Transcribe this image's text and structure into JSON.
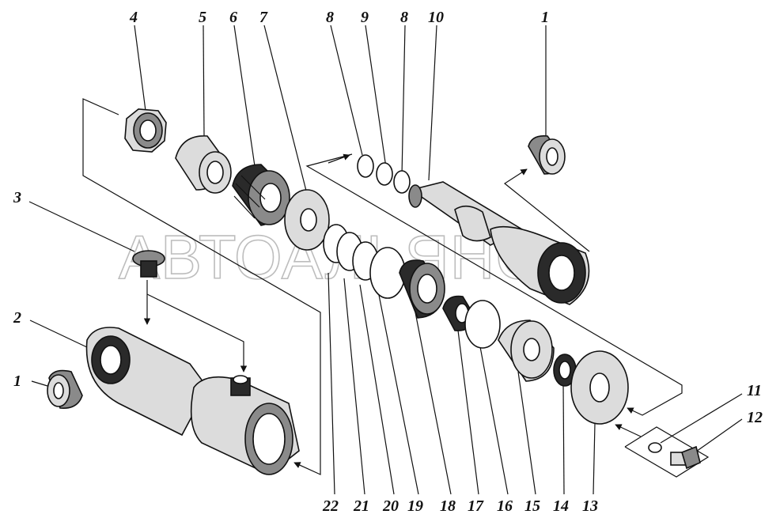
{
  "watermark": "АВТОАЛЬЯНС",
  "callouts": {
    "c4": "4",
    "c5": "5",
    "c6": "6",
    "c7": "7",
    "c8a": "8",
    "c9": "9",
    "c8b": "8",
    "c10": "10",
    "c1top": "1",
    "c3": "3",
    "c2": "2",
    "c1left": "1",
    "c11": "11",
    "c12": "12",
    "c22": "22",
    "c21": "21",
    "c20": "20",
    "c19": "19",
    "c18": "18",
    "c17": "17",
    "c16": "16",
    "c15": "15",
    "c14": "14",
    "c13": "13"
  }
}
